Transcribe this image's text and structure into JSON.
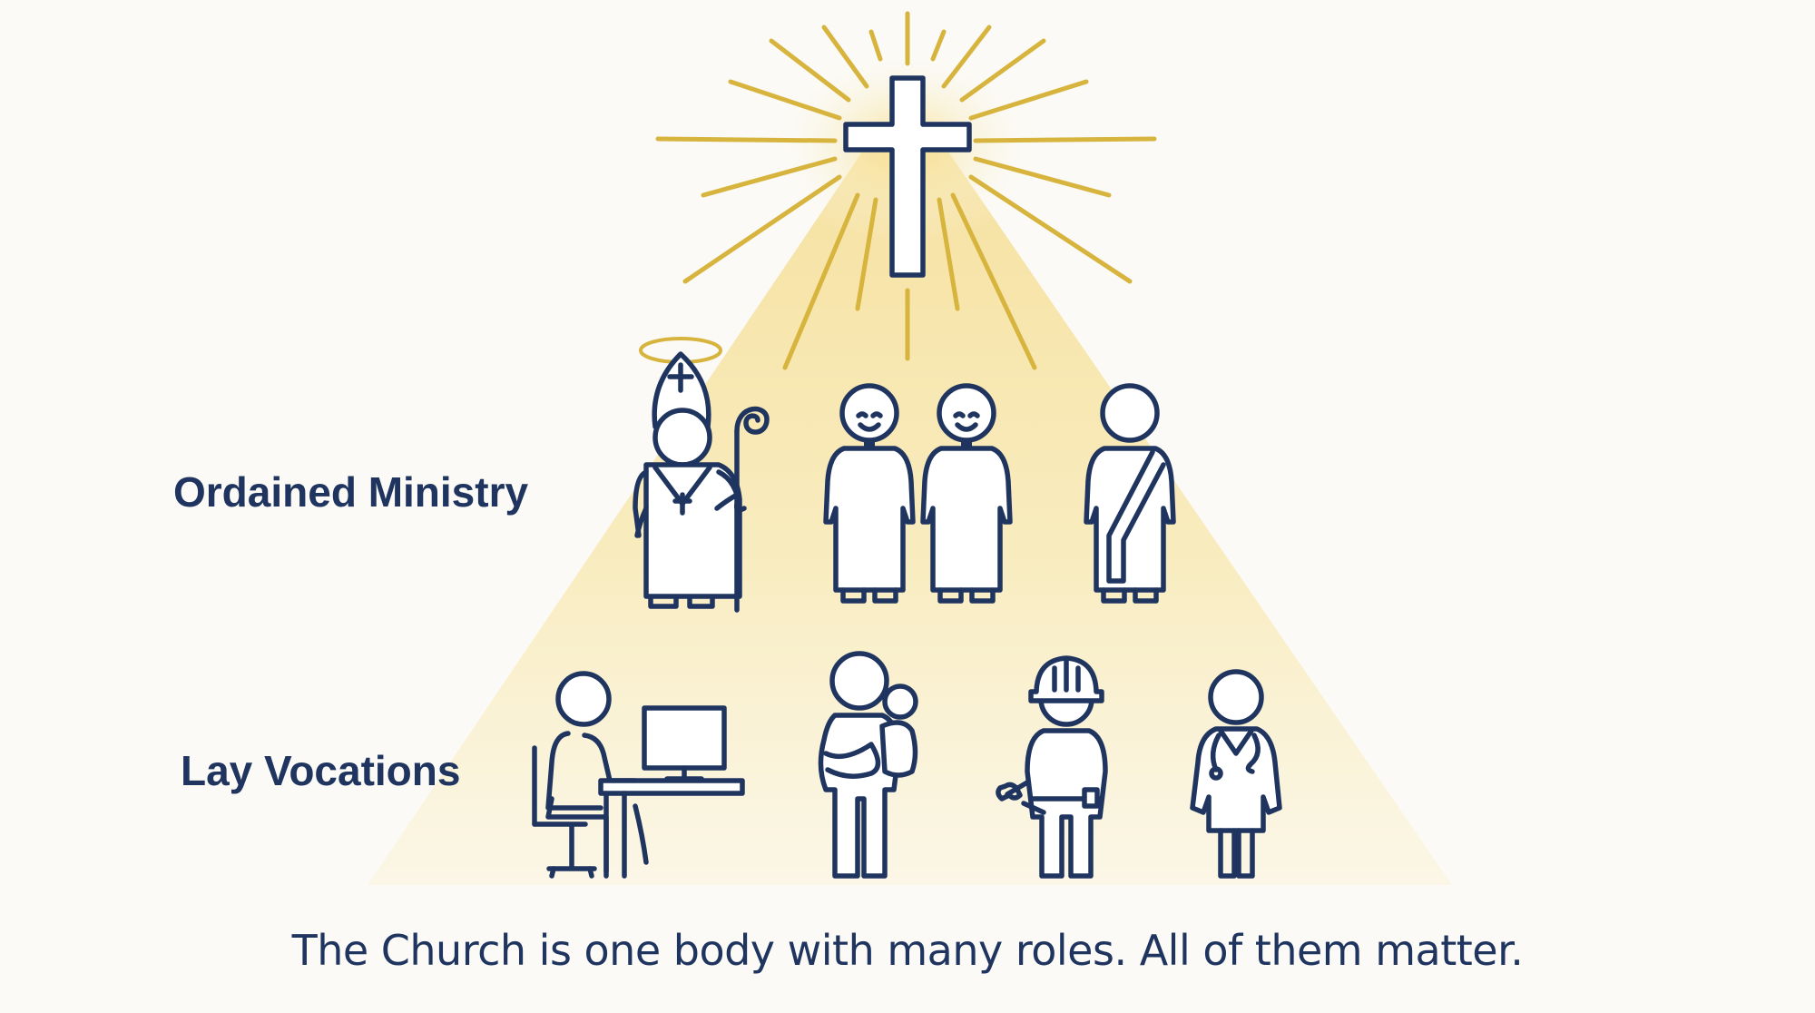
{
  "labels": {
    "ordained": "Ordained Ministry",
    "lay": "Lay Vocations"
  },
  "caption": "The Church is one body with many roles. All of them matter.",
  "colors": {
    "ink": "#1f3560",
    "gold": "#d7b43d",
    "light_beam": "#f6e6a6",
    "background": "#fbfaf6"
  },
  "icons": {
    "top": "cross-icon",
    "ordained": [
      "bishop-icon",
      "priest-icon",
      "priest-icon",
      "deacon-icon"
    ],
    "lay": [
      "office-worker-icon",
      "parent-with-child-icon",
      "construction-worker-icon",
      "doctor-icon"
    ]
  }
}
